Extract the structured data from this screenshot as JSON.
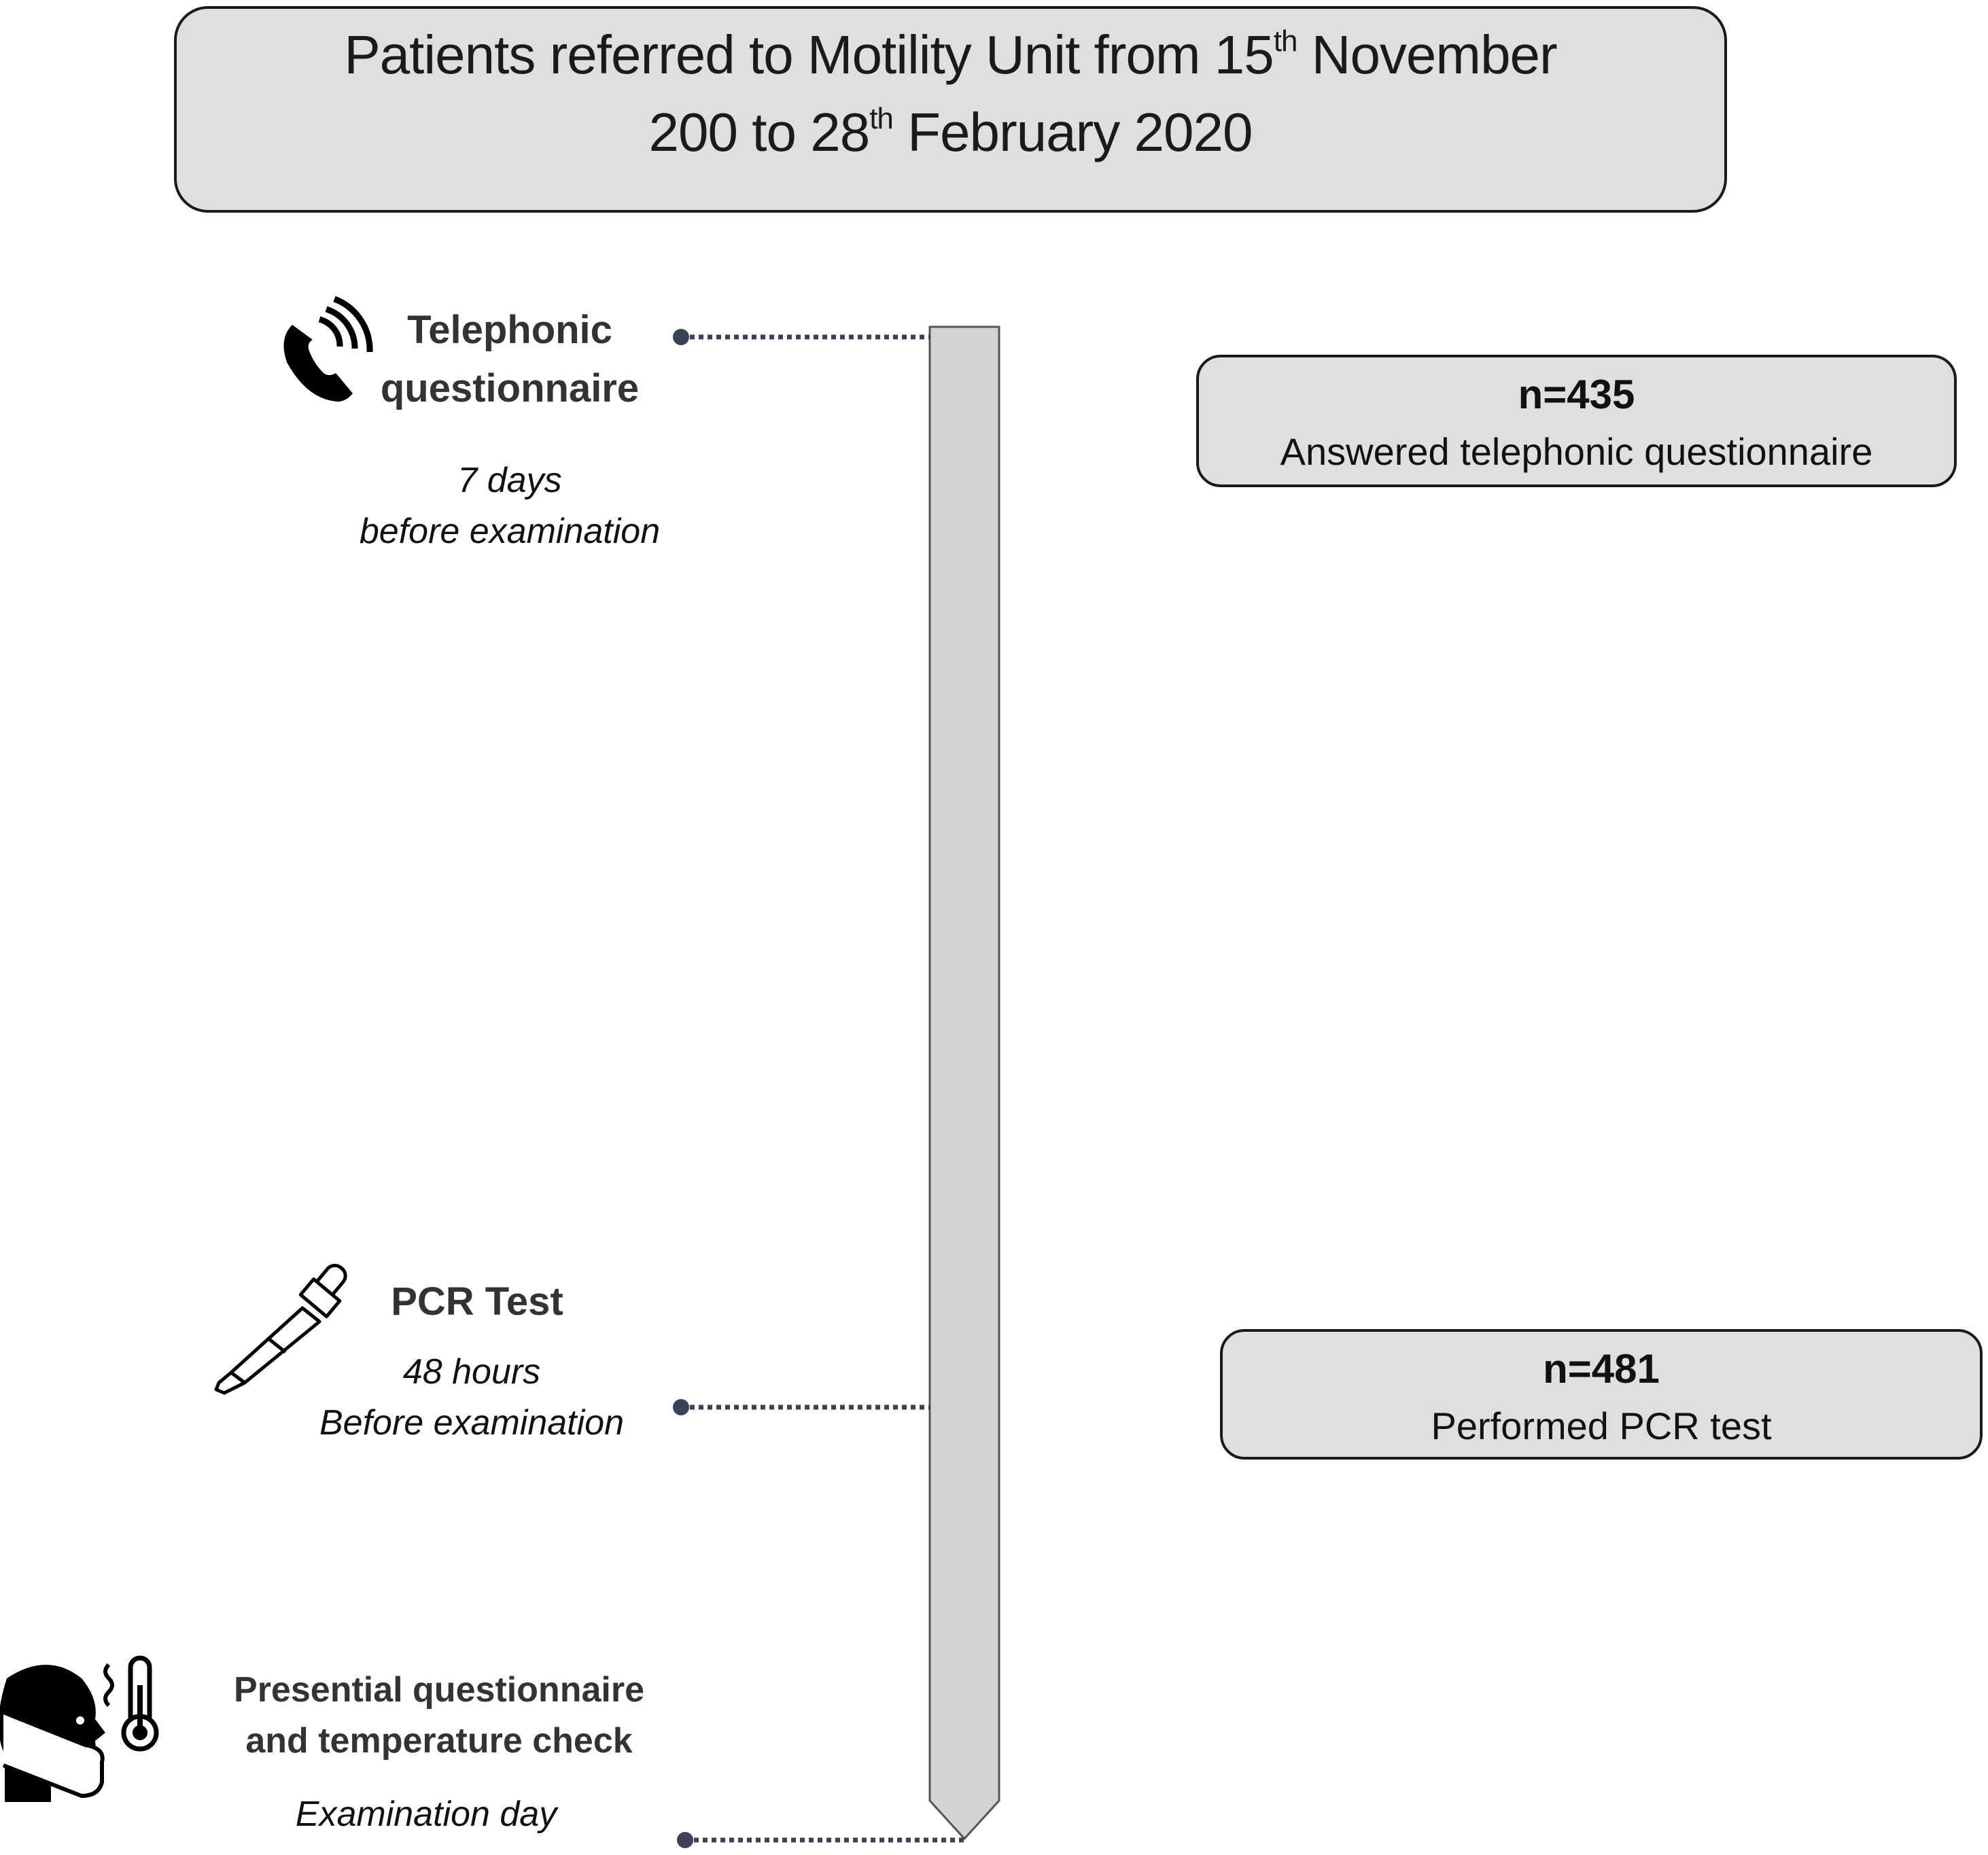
{
  "title": {
    "line1_pre": "Patients referred to Motility Unit from 15",
    "line1_sup": "th",
    "line1_post": " November",
    "line2_pre": "200 to 28",
    "line2_sup": "th",
    "line2_post": " February 2020"
  },
  "steps": [
    {
      "icon": "telephone-icon",
      "label_lines": [
        "Telephonic",
        "questionnaire"
      ],
      "timing_lines": [
        "7 days",
        "before examination"
      ]
    },
    {
      "icon": "pipette-icon",
      "label_lines": [
        "PCR Test"
      ],
      "timing_lines": [
        "48 hours",
        "Before examination"
      ]
    },
    {
      "icon": "masked-person-thermometer-icon",
      "label_lines": [
        "Presential questionnaire",
        "and temperature check"
      ],
      "timing_lines": [
        "Examination day"
      ]
    }
  ],
  "results": [
    {
      "count": "n=435",
      "description": "Answered telephonic questionnaire"
    },
    {
      "count": "n=481",
      "description": "Performed PCR test"
    }
  ],
  "colors": {
    "box_fill": "#e0dfe0",
    "timeline_fill": "#d3d3d3",
    "connector": "#3a4256"
  }
}
